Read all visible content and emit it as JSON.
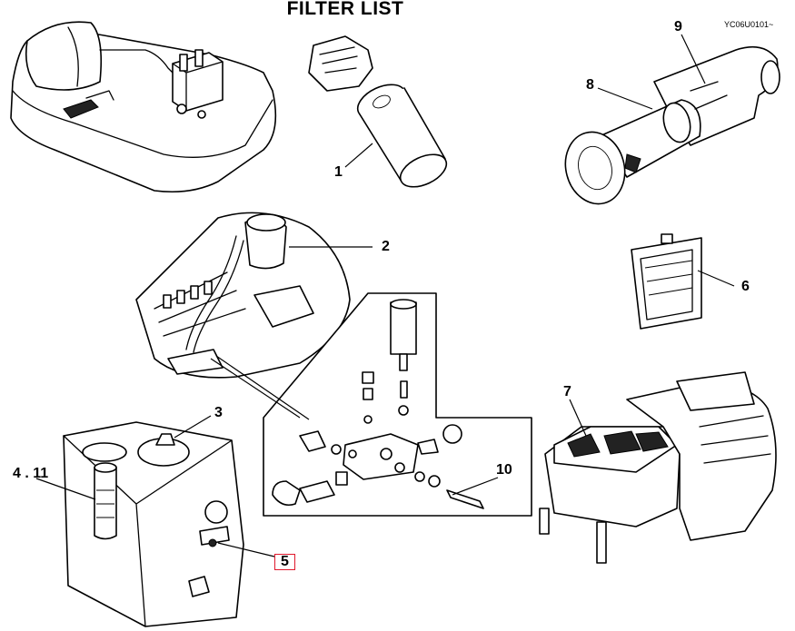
{
  "title": "FILTER LIST",
  "drawing_code": "YC06U0101~",
  "callouts": [
    {
      "id": "1",
      "text": "1"
    },
    {
      "id": "2",
      "text": "2"
    },
    {
      "id": "3",
      "text": "3"
    },
    {
      "id": "4",
      "text": "4 . 11"
    },
    {
      "id": "5",
      "text": "5",
      "highlighted": true
    },
    {
      "id": "6",
      "text": "6"
    },
    {
      "id": "7",
      "text": "7"
    },
    {
      "id": "8",
      "text": "8"
    },
    {
      "id": "9",
      "text": "9"
    },
    {
      "id": "10",
      "text": "10"
    }
  ],
  "highlight_color": "#e0192d"
}
